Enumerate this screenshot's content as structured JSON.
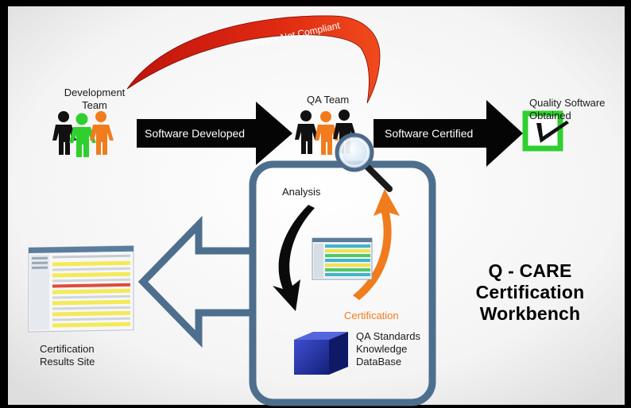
{
  "nodes": {
    "dev_team": "Development\nTeam",
    "qa_team": "QA Team",
    "quality": "Quality Software\n     Obtained",
    "results_site": "Certification\nResults Site",
    "kb": "QA Standards\nKnowledge\nDataBase"
  },
  "arrows": {
    "software_developed": "Software Developed",
    "software_certified": "Software Certified",
    "not_compliant": "Software Not Compliant",
    "analysis": "Analysis",
    "certification": "Certification"
  },
  "title": "Q - CARE Certification\nWorkbench",
  "colors": {
    "red": "#d81c10",
    "orange": "#f07c1e",
    "green": "#2fcf2f",
    "steel_blue": "#4d6f8d",
    "cube_blue": "#2232a8"
  },
  "icons": [
    "people-group-icon",
    "magnifier-icon",
    "checkmark-icon",
    "cube-icon",
    "screenshot-thumbnail"
  ]
}
